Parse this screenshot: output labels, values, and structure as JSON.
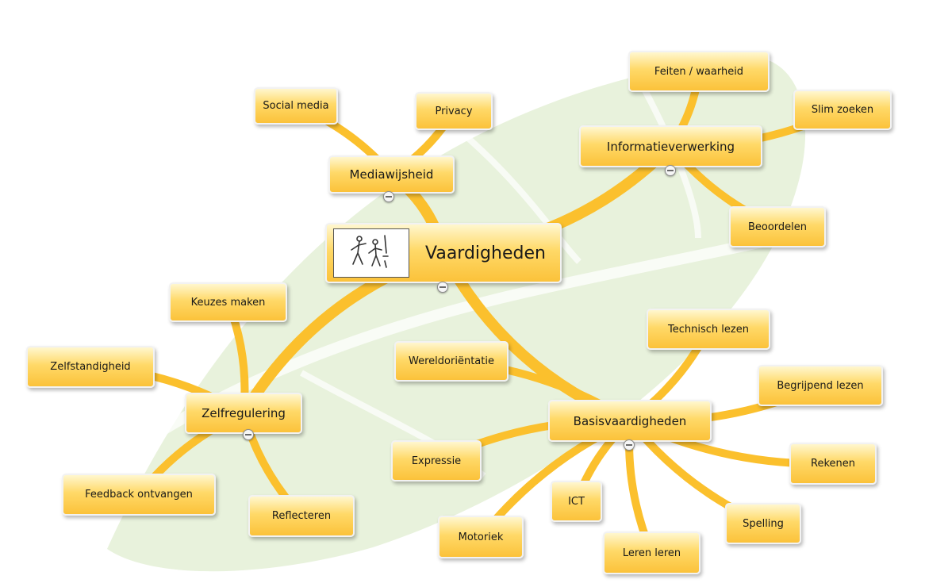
{
  "colors": {
    "branch": "#fbc02d",
    "leaf_background": "#e8f2dc",
    "node_top": "#fff7cf",
    "node_bottom": "#fbc23a"
  },
  "central": {
    "label": "Vaardigheden",
    "icon": "stick-figures-icon"
  },
  "branches": {
    "mediawijsheid": {
      "label": "Mediawijsheid",
      "children": [
        "Social media",
        "Privacy"
      ]
    },
    "informatieverwerking": {
      "label": "Informatieverwerking",
      "children": [
        "Feiten / waarheid",
        "Slim zoeken",
        "Beoordelen"
      ]
    },
    "zelfregulering": {
      "label": "Zelfregulering",
      "children": [
        "Keuzes maken",
        "Zelfstandigheid",
        "Feedback ontvangen",
        "Reflecteren"
      ]
    },
    "basisvaardigheden": {
      "label": "Basisvaardigheden",
      "children": [
        "Wereldoriëntatie",
        "Technisch lezen",
        "Begrijpend lezen",
        "Rekenen",
        "Spelling",
        "Leren leren",
        "ICT",
        "Motoriek",
        "Expressie"
      ]
    }
  }
}
